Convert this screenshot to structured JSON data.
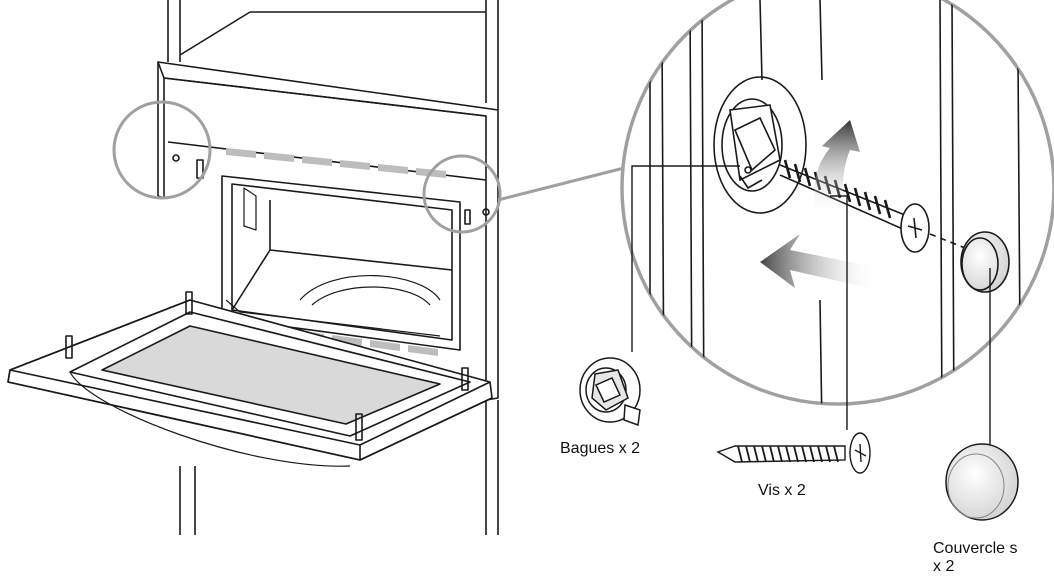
{
  "labels": {
    "bagues": "Bagues x 2",
    "vis": "Vis x 2",
    "couvercles": "Couvercle s x 2"
  },
  "colors": {
    "line": "#1a1a1a",
    "callout": "#a0a0a0",
    "glass": "#d9d9d9",
    "vent": "#bdbdbd",
    "arrow": "#555555"
  },
  "icons": {
    "oven": "built-in-oven-open-door",
    "detail": "magnified-screw-detail",
    "bush": "bush-ring-part",
    "screw": "screw-part",
    "cap": "cover-cap-part"
  }
}
